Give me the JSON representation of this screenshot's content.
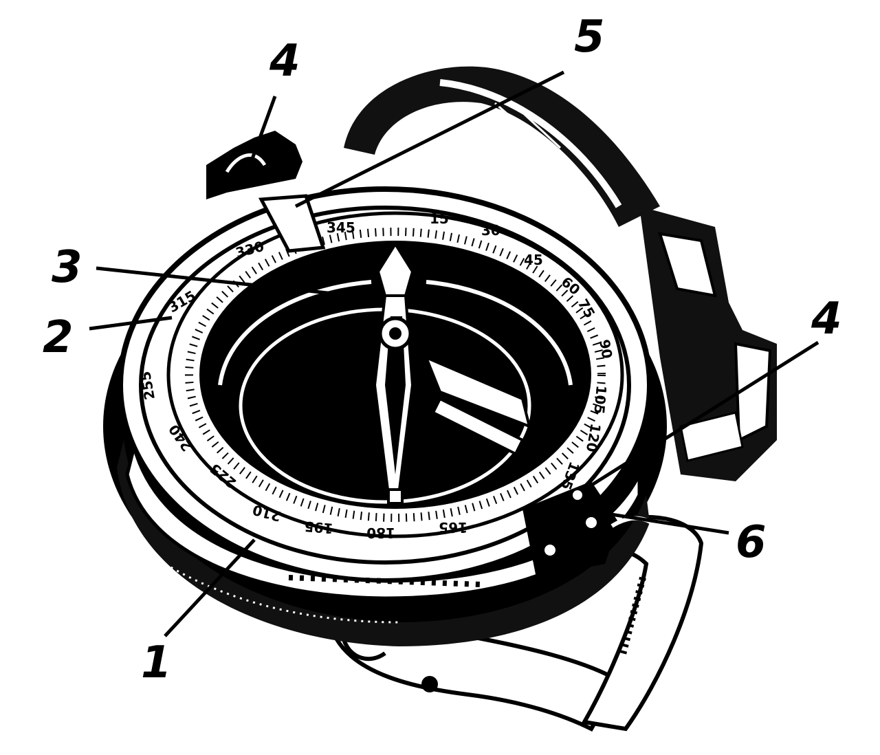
{
  "figure": {
    "subject": "compass",
    "callouts": [
      {
        "id": "c1",
        "label": "1"
      },
      {
        "id": "c2",
        "label": "2"
      },
      {
        "id": "c3",
        "label": "3"
      },
      {
        "id": "c4a",
        "label": "4"
      },
      {
        "id": "c4b",
        "label": "4"
      },
      {
        "id": "c5",
        "label": "5"
      },
      {
        "id": "c6",
        "label": "6"
      }
    ],
    "scale_numbers": [
      "15",
      "30",
      "45",
      "60",
      "75",
      "90",
      "105",
      "120",
      "135",
      "165",
      "180",
      "195",
      "210",
      "225",
      "240",
      "255",
      "315",
      "330",
      "345"
    ],
    "colors": {
      "ink": "#000000",
      "paper": "#ffffff"
    }
  }
}
